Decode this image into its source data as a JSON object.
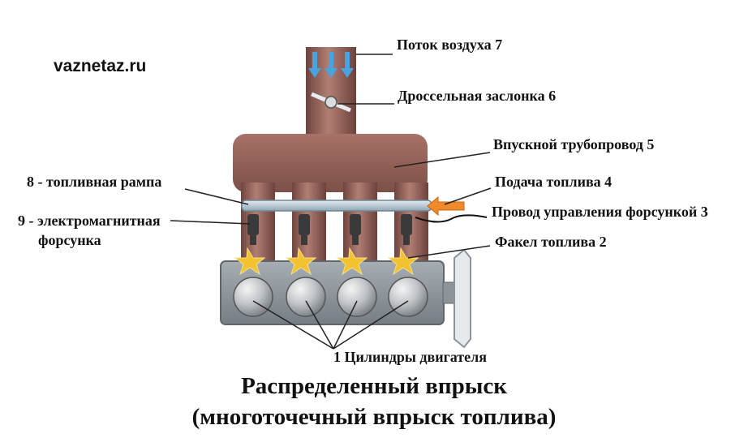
{
  "site": "vaznetaz.ru",
  "labels": {
    "airflow": "Поток воздуха 7",
    "throttle": "Дроссельная заслонка 6",
    "manifold": "Впускной трубопровод 5",
    "fuel_supply": "Подача топлива 4",
    "fuel_rail": "8 - топливная рампа",
    "injector_wire": "Провод управления форсункой 3",
    "injector_line1": "9 - электромагнитная",
    "injector_line2": "форсунка",
    "spray": "Факел топлива 2",
    "cylinders": "1 Цилиндры двигателя"
  },
  "title": {
    "line1": "Распределенный впрыск",
    "line2": "(многоточечный впрыск топлива)"
  },
  "colors": {
    "manifold": "#8a5a52",
    "manifold_light": "#a9756b",
    "engine_block": "#8c9399",
    "rail": "#b7c8d3",
    "injector": "#3a3a3a",
    "flame": "#f2c230",
    "airflow_arrow": "#4aa3df",
    "supply_arrow": "#f08a2a"
  }
}
